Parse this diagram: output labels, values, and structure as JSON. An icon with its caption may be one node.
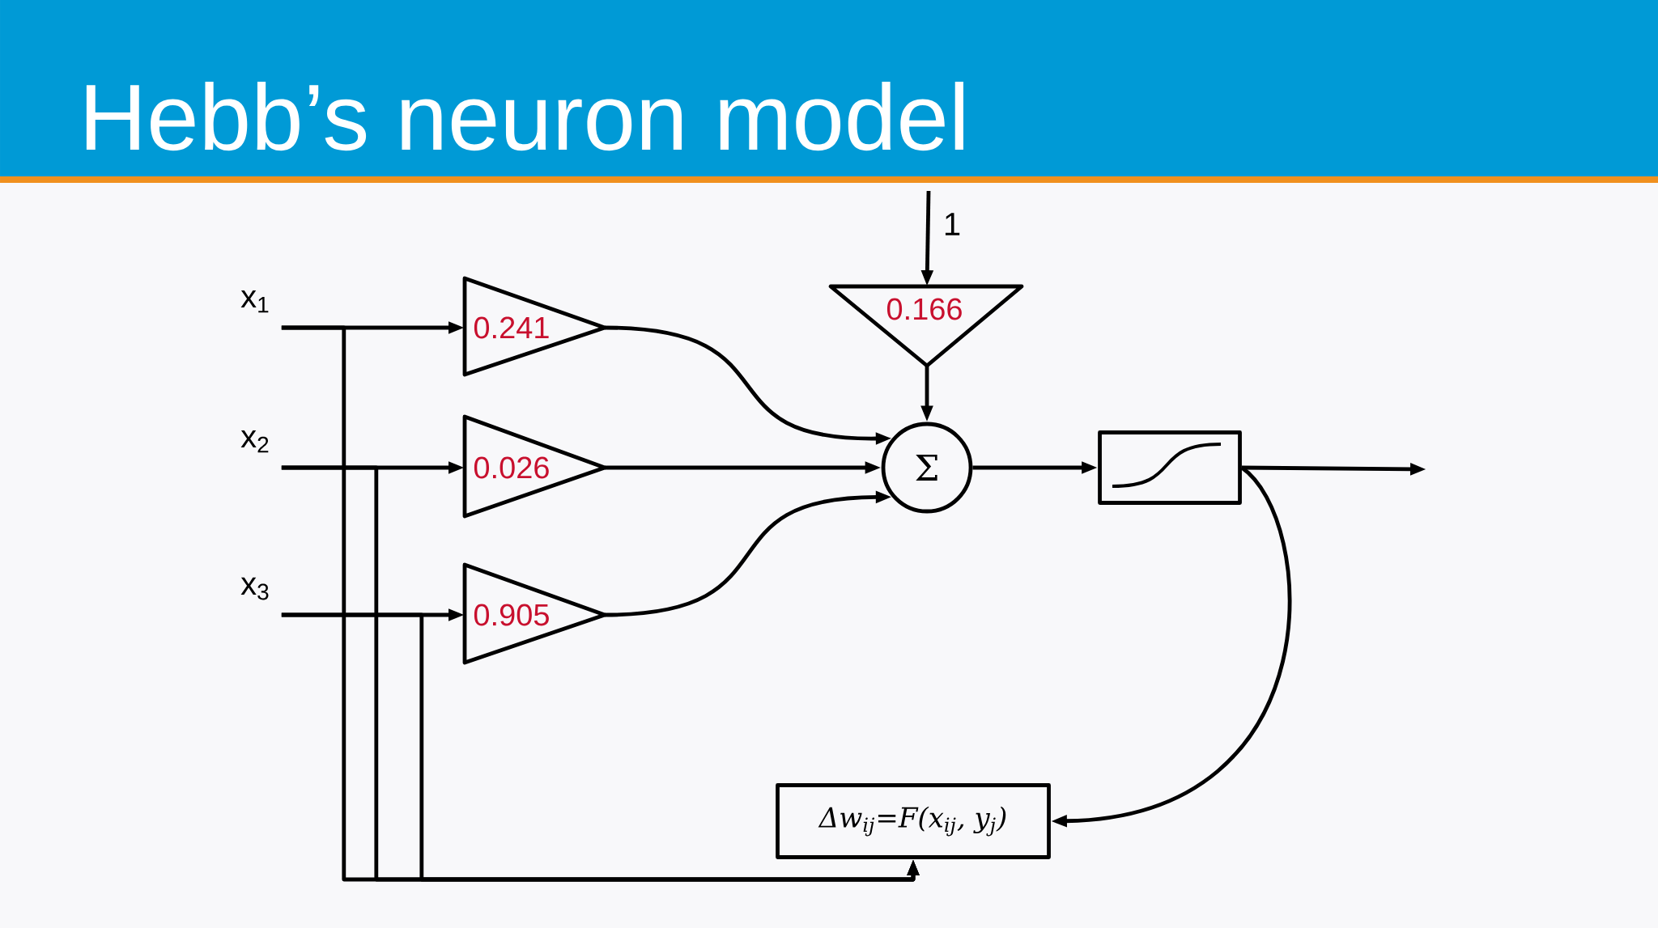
{
  "diagram": {
    "title": "Hebb’s neuron model",
    "nodes": [
      {
        "text": [
          "x$_{1}$"
        ]
      },
      {
        "text": [
          "x$_{2}$"
        ]
      },
      {
        "text": [
          "x$_{3}$"
        ]
      },
      {
        "text": [
          "0.241"
        ]
      },
      {
        "text": [
          "0.026"
        ]
      },
      {
        "text": [
          "0.905"
        ]
      },
      {
        "text": [
          "0.166"
        ]
      },
      {
        "text": [
          "Σ"
        ]
      },
      {
        "text": [],
        "shape": "box"
      },
      {
        "text": [
          "Δw$_{ij}$=F(x$_{ij}$, y$_{j}$)"
        ]
      }
    ],
    "edges": [
      {
        "from": 0,
        "to": 3,
        "arrow": "to"
      },
      {
        "from": 1,
        "to": 4,
        "arrow": "to"
      },
      {
        "from": 2,
        "to": 5,
        "arrow": "to"
      },
      {
        "from": 3,
        "to": 7,
        "arrow": "to"
      },
      {
        "from": 4,
        "to": 7,
        "arrow": "to"
      },
      {
        "from": 5,
        "to": 7,
        "arrow": "to"
      },
      {
        "from": null,
        "to": 6,
        "arrow": "to",
        "label": "1"
      },
      {
        "from": 6,
        "to": 7,
        "arrow": "to"
      },
      {
        "from": 7,
        "to": 8,
        "arrow": "to"
      },
      {
        "from": 8,
        "to": null,
        "arrow": "to"
      },
      {
        "from": 8,
        "to": 9,
        "arrow": "to"
      },
      {
        "from": 0,
        "to": 9,
        "arrow": "to"
      },
      {
        "from": 1,
        "to": 9,
        "arrow": "to"
      },
      {
        "from": 2,
        "to": 9,
        "arrow": "to"
      }
    ]
  }
}
